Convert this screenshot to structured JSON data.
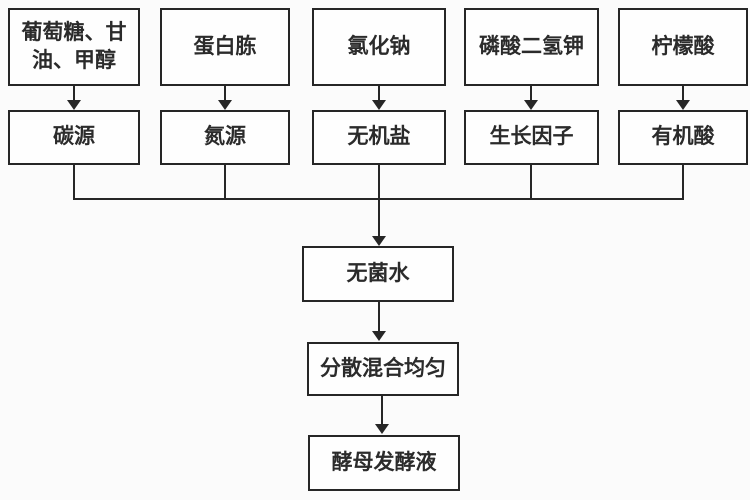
{
  "diagram": {
    "title_implicit": "酵母发酵液配制流程",
    "colors": {
      "background": "#fbfbfb",
      "line": "#262626",
      "box_fill": "#fefefe",
      "text": "#2b2b2b"
    },
    "columns": [
      {
        "source": "葡萄糖、甘油、甲醇",
        "category": "碳源"
      },
      {
        "source": "蛋白胨",
        "category": "氮源"
      },
      {
        "source": "氯化钠",
        "category": "无机盐"
      },
      {
        "source": "磷酸二氢钾",
        "category": "生长因子"
      },
      {
        "source": "柠檬酸",
        "category": "有机酸"
      }
    ],
    "flow": {
      "step1": "无菌水",
      "step2": "分散混合均匀",
      "step3": "酵母发酵液"
    }
  }
}
